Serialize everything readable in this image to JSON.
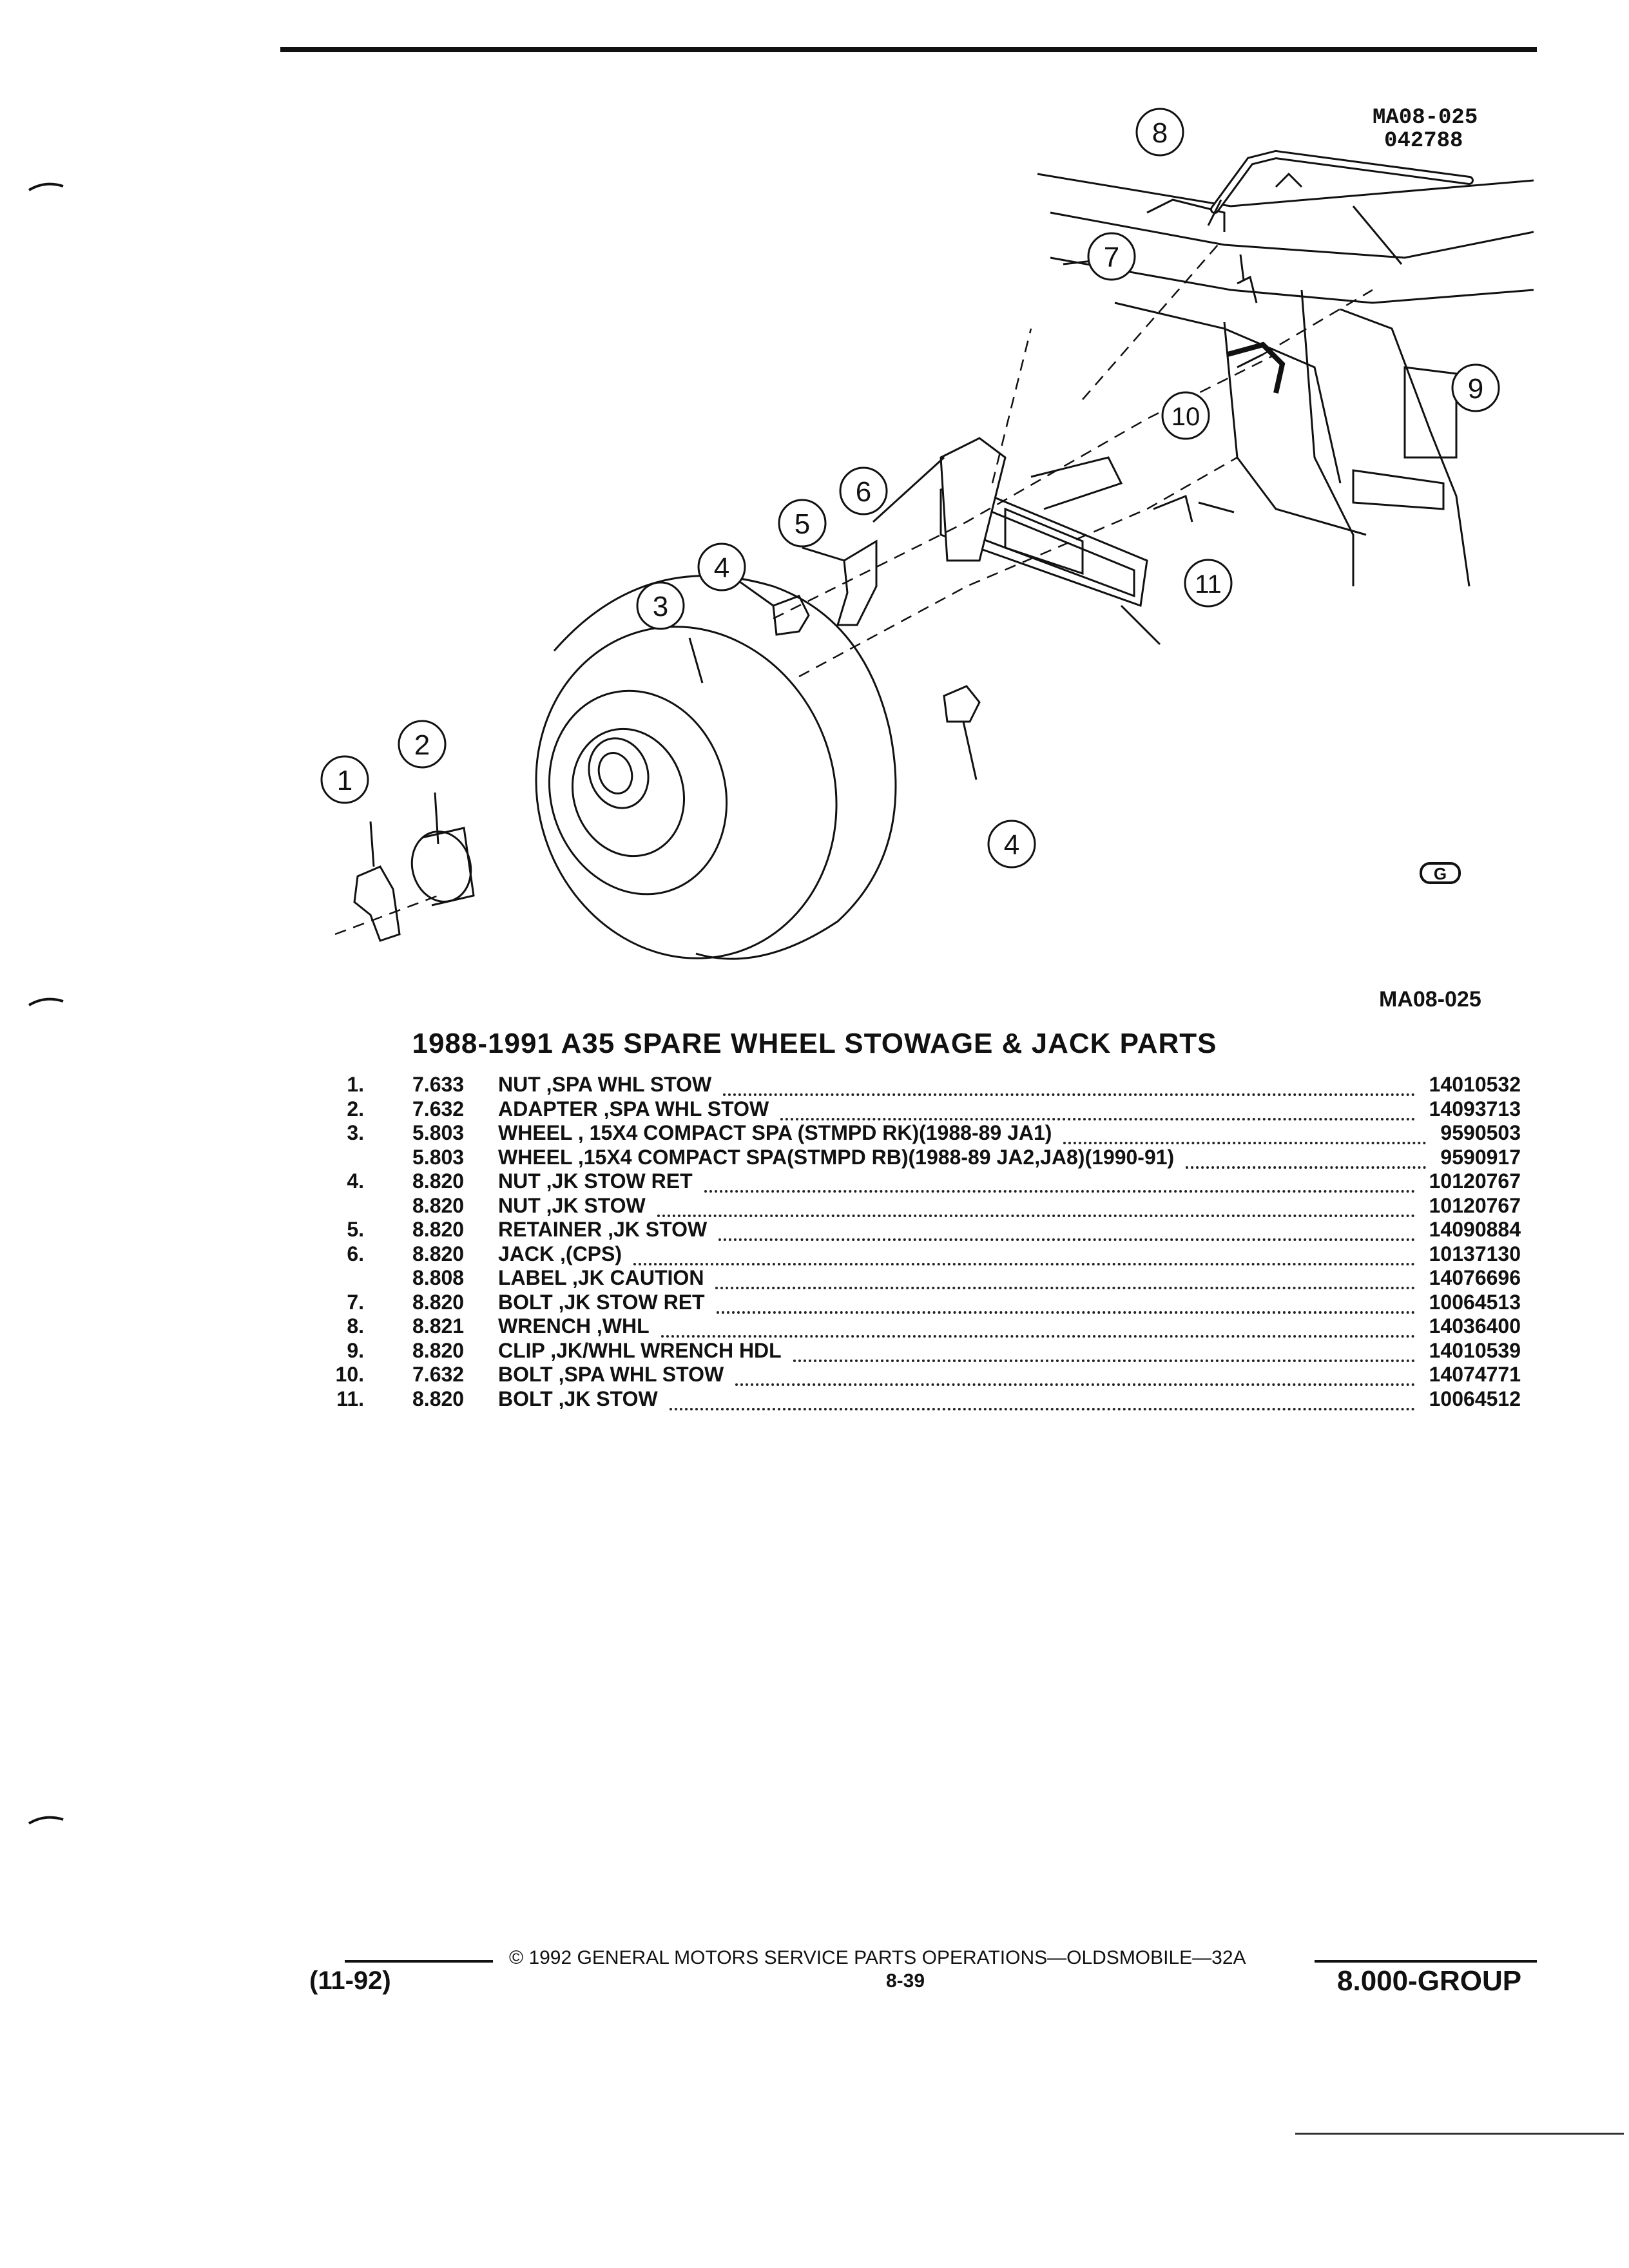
{
  "figure": {
    "code_top_line1": "MA08-025",
    "code_top_line2": "042788",
    "code_bottom": "MA08-025",
    "callouts": [
      "1",
      "2",
      "3",
      "4",
      "5",
      "6",
      "7",
      "8",
      "9",
      "10",
      "11",
      "4"
    ],
    "logo_mark": "G"
  },
  "title": "1988-1991 A35 SPARE WHEEL STOWAGE & JACK PARTS",
  "parts": [
    {
      "num": "1.",
      "code": "7.633",
      "desc": "NUT ,SPA WHL STOW",
      "pn": "14010532"
    },
    {
      "num": "2.",
      "code": "7.632",
      "desc": "ADAPTER ,SPA WHL STOW",
      "pn": "14093713"
    },
    {
      "num": "3.",
      "code": "5.803",
      "desc": "WHEEL , 15X4 COMPACT SPA (STMPD RK)(1988-89 JA1)",
      "pn": "9590503"
    },
    {
      "num": "",
      "code": "5.803",
      "desc": "WHEEL ,15X4 COMPACT SPA(STMPD RB)(1988-89 JA2,JA8)(1990-91)",
      "pn": "9590917"
    },
    {
      "num": "4.",
      "code": "8.820",
      "desc": "NUT ,JK STOW RET",
      "pn": "10120767"
    },
    {
      "num": "",
      "code": "8.820",
      "desc": "NUT ,JK STOW",
      "pn": "10120767"
    },
    {
      "num": "5.",
      "code": "8.820",
      "desc": "RETAINER ,JK STOW",
      "pn": "14090884"
    },
    {
      "num": "6.",
      "code": "8.820",
      "desc": "JACK ,(CPS)",
      "pn": "10137130"
    },
    {
      "num": "",
      "code": "8.808",
      "desc": "LABEL ,JK CAUTION",
      "pn": "14076696"
    },
    {
      "num": "7.",
      "code": "8.820",
      "desc": "BOLT ,JK STOW RET",
      "pn": "10064513"
    },
    {
      "num": "8.",
      "code": "8.821",
      "desc": "WRENCH ,WHL",
      "pn": "14036400"
    },
    {
      "num": "9.",
      "code": "8.820",
      "desc": "CLIP ,JK/WHL WRENCH HDL",
      "pn": "14010539"
    },
    {
      "num": "10.",
      "code": "7.632",
      "desc": "BOLT ,SPA WHL STOW",
      "pn": "14074771"
    },
    {
      "num": "11.",
      "code": "8.820",
      "desc": "BOLT ,JK STOW",
      "pn": "10064512"
    }
  ],
  "footer": {
    "copyright": "© 1992 GENERAL MOTORS SERVICE PARTS OPERATIONS—OLDSMOBILE—32A",
    "date": "(11-92)",
    "page": "8-39",
    "group": "8.000-GROUP"
  }
}
